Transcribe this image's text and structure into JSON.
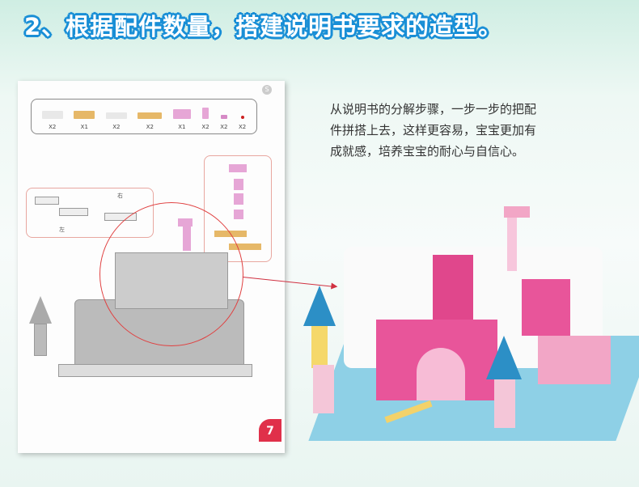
{
  "title": "2、根据配件数量，搭建说明书要求的造型。",
  "description": [
    "从说明书的分解步骤，一步一步的把配",
    "件拼搭上去，这样更容易，宝宝更加有",
    "成就感，培养宝宝的耐心与自信心。"
  ],
  "manual": {
    "parts": [
      {
        "qty": "X2",
        "color": "#e8e8e8"
      },
      {
        "qty": "X1",
        "color": "#e6b868"
      },
      {
        "qty": "X2",
        "color": "#e8e8e8"
      },
      {
        "qty": "X2",
        "color": "#e6b868"
      },
      {
        "qty": "X1",
        "color": "#e6a6d6"
      },
      {
        "qty": "X2",
        "color": "#e6a6d6"
      },
      {
        "qty": "X2",
        "color": "#d68ac6"
      },
      {
        "qty": "X2",
        "color": "#cc2020"
      }
    ],
    "label_right": "右",
    "label_left": "左",
    "page_number": "7",
    "corner_icon": "S"
  }
}
